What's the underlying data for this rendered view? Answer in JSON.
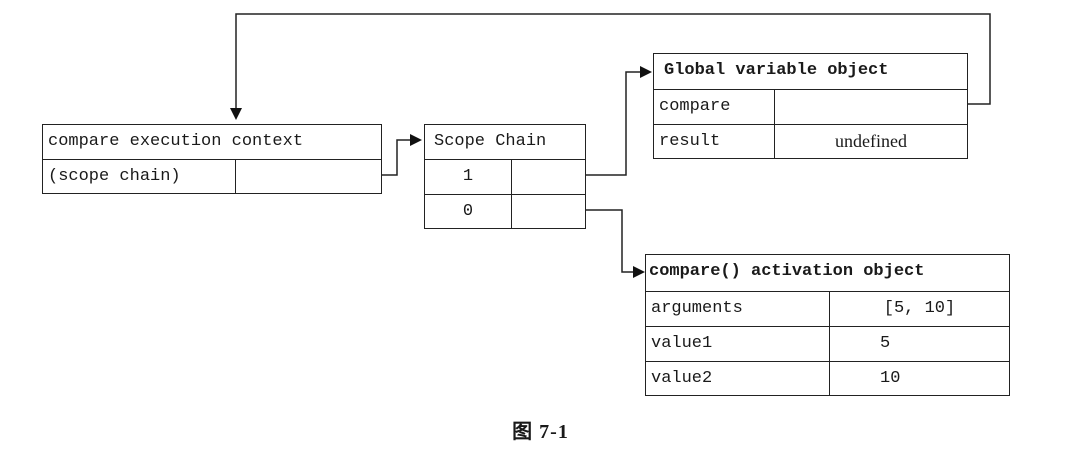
{
  "execution_context": {
    "title": "compare execution context",
    "row_label": "(scope chain)"
  },
  "scope_chain": {
    "title": "Scope Chain",
    "rows": [
      "1",
      "0"
    ]
  },
  "global_object": {
    "title": "Global variable object",
    "rows": [
      {
        "name": "compare",
        "value": ""
      },
      {
        "name": "result",
        "value": "undefined"
      }
    ]
  },
  "activation_object": {
    "title": "compare() activation object",
    "rows": [
      {
        "name": "arguments",
        "value": "[5, 10]"
      },
      {
        "name": "value1",
        "value": "5"
      },
      {
        "name": "value2",
        "value": "10"
      }
    ]
  },
  "caption": "图 7-1"
}
